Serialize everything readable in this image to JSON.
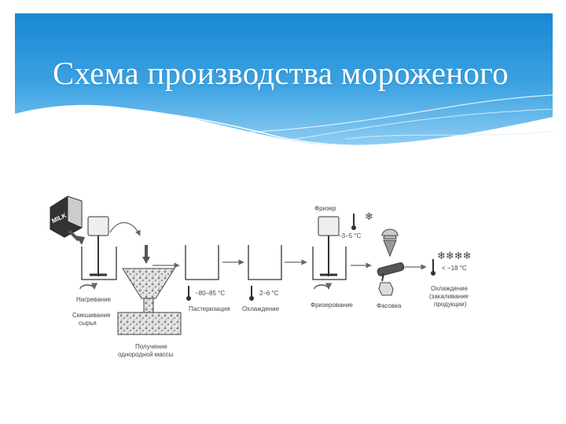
{
  "slide": {
    "title": "Схема производства мороженого",
    "header_color_top": "#1a8fd6",
    "header_color_bottom": "#7fc4ee"
  },
  "diagram": {
    "milk_box_label": "MILK",
    "labels": {
      "heating": "Нагревание",
      "mixing_1": "Смешивание",
      "mixing_2": "сырья",
      "homog_1": "Получение",
      "homog_2": "однородной массы",
      "pasteurization": "Пастеризация",
      "cooling": "Охлаждение",
      "freezer": "Фризер",
      "freezing": "Фризерование",
      "packaging": "Фасовка",
      "hardening_1": "Охлаждение",
      "hardening_2": "(закаливание",
      "hardening_3": "продукции)"
    },
    "temperatures": {
      "pasteurization": "~80–85 °C",
      "cooling": "2–6 °C",
      "freezer": "−3–5 °C",
      "hardening": "< −18 °C"
    }
  }
}
